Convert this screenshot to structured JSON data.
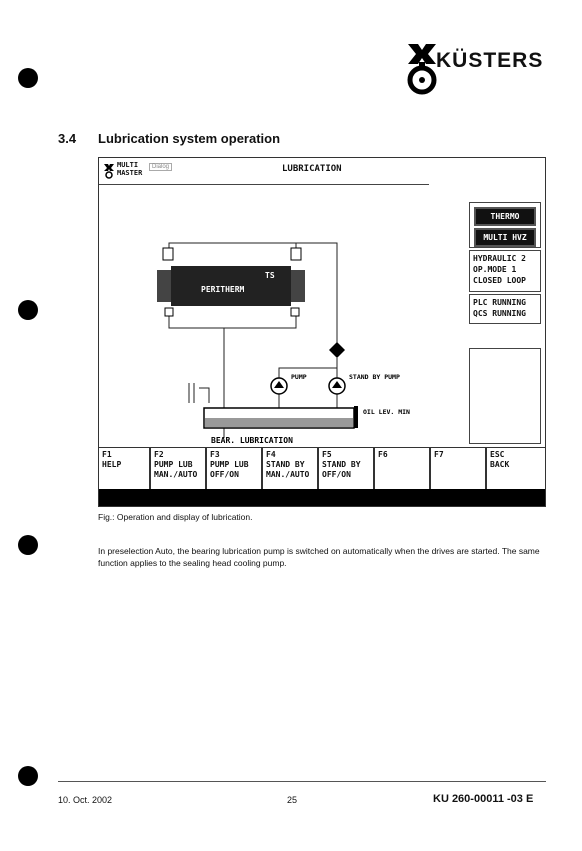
{
  "brand": "KÜSTERS",
  "section": {
    "number": "3.4",
    "title": "Lubrication system operation"
  },
  "screen": {
    "app_line1": "MULTI",
    "app_line2": "MASTER",
    "app_small": "Dialog",
    "title": "LUBRICATION",
    "buttons": [
      "THERMO",
      "MULTI HVZ"
    ],
    "status1": [
      "HYDRAULIC 2",
      "OP.MODE 1",
      "CLOSED LOOP"
    ],
    "status2": [
      "PLC RUNNING",
      "QCS RUNNING"
    ],
    "diagram": {
      "heater_label": "PERITHERM",
      "ts_label": "TS",
      "pump_label": "PUMP",
      "standby_label": "STAND BY PUMP",
      "oil_label": "OIL LEV. MIN",
      "tank_label": "BEAR. LUBRICATION"
    },
    "fkeys": [
      {
        "key": "F1",
        "line1": "HELP",
        "line2": ""
      },
      {
        "key": "F2",
        "line1": "PUMP LUB",
        "line2": "MAN./AUTO"
      },
      {
        "key": "F3",
        "line1": "PUMP LUB",
        "line2": "OFF/ON"
      },
      {
        "key": "F4",
        "line1": "STAND BY",
        "line2": "MAN./AUTO"
      },
      {
        "key": "F5",
        "line1": "STAND BY",
        "line2": "OFF/ON"
      },
      {
        "key": "F6",
        "line1": "",
        "line2": ""
      },
      {
        "key": "F7",
        "line1": "",
        "line2": ""
      },
      {
        "key": "ESC",
        "line1": "BACK",
        "line2": ""
      }
    ]
  },
  "caption": "Fig.: Operation and display of lubrication.",
  "paragraph": "In preselection Auto, the bearing lubrication pump is switched on automatically when the drives are started. The same function applies to the sealing head cooling pump.",
  "footer": {
    "date": "10. Oct. 2002",
    "page": "25",
    "doc": "KU 260-00011 -03 E"
  }
}
